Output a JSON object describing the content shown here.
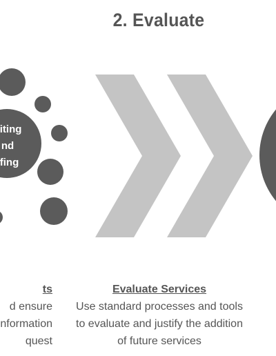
{
  "title": "2. Evaluate",
  "hub": {
    "lines": [
      "uiting",
      "nd",
      "ffing"
    ]
  },
  "left_caption": {
    "heading": "ts",
    "lines": [
      "d ensure",
      "nformation",
      "quest"
    ]
  },
  "evaluate": {
    "heading": "Evaluate Services",
    "lines": [
      "Use standard processes and tools",
      "to evaluate and justify the addition",
      "of future services"
    ]
  },
  "colors": {
    "circle": "#5b5b5b",
    "chevron": "#c4c4c4",
    "text": "#555555"
  }
}
